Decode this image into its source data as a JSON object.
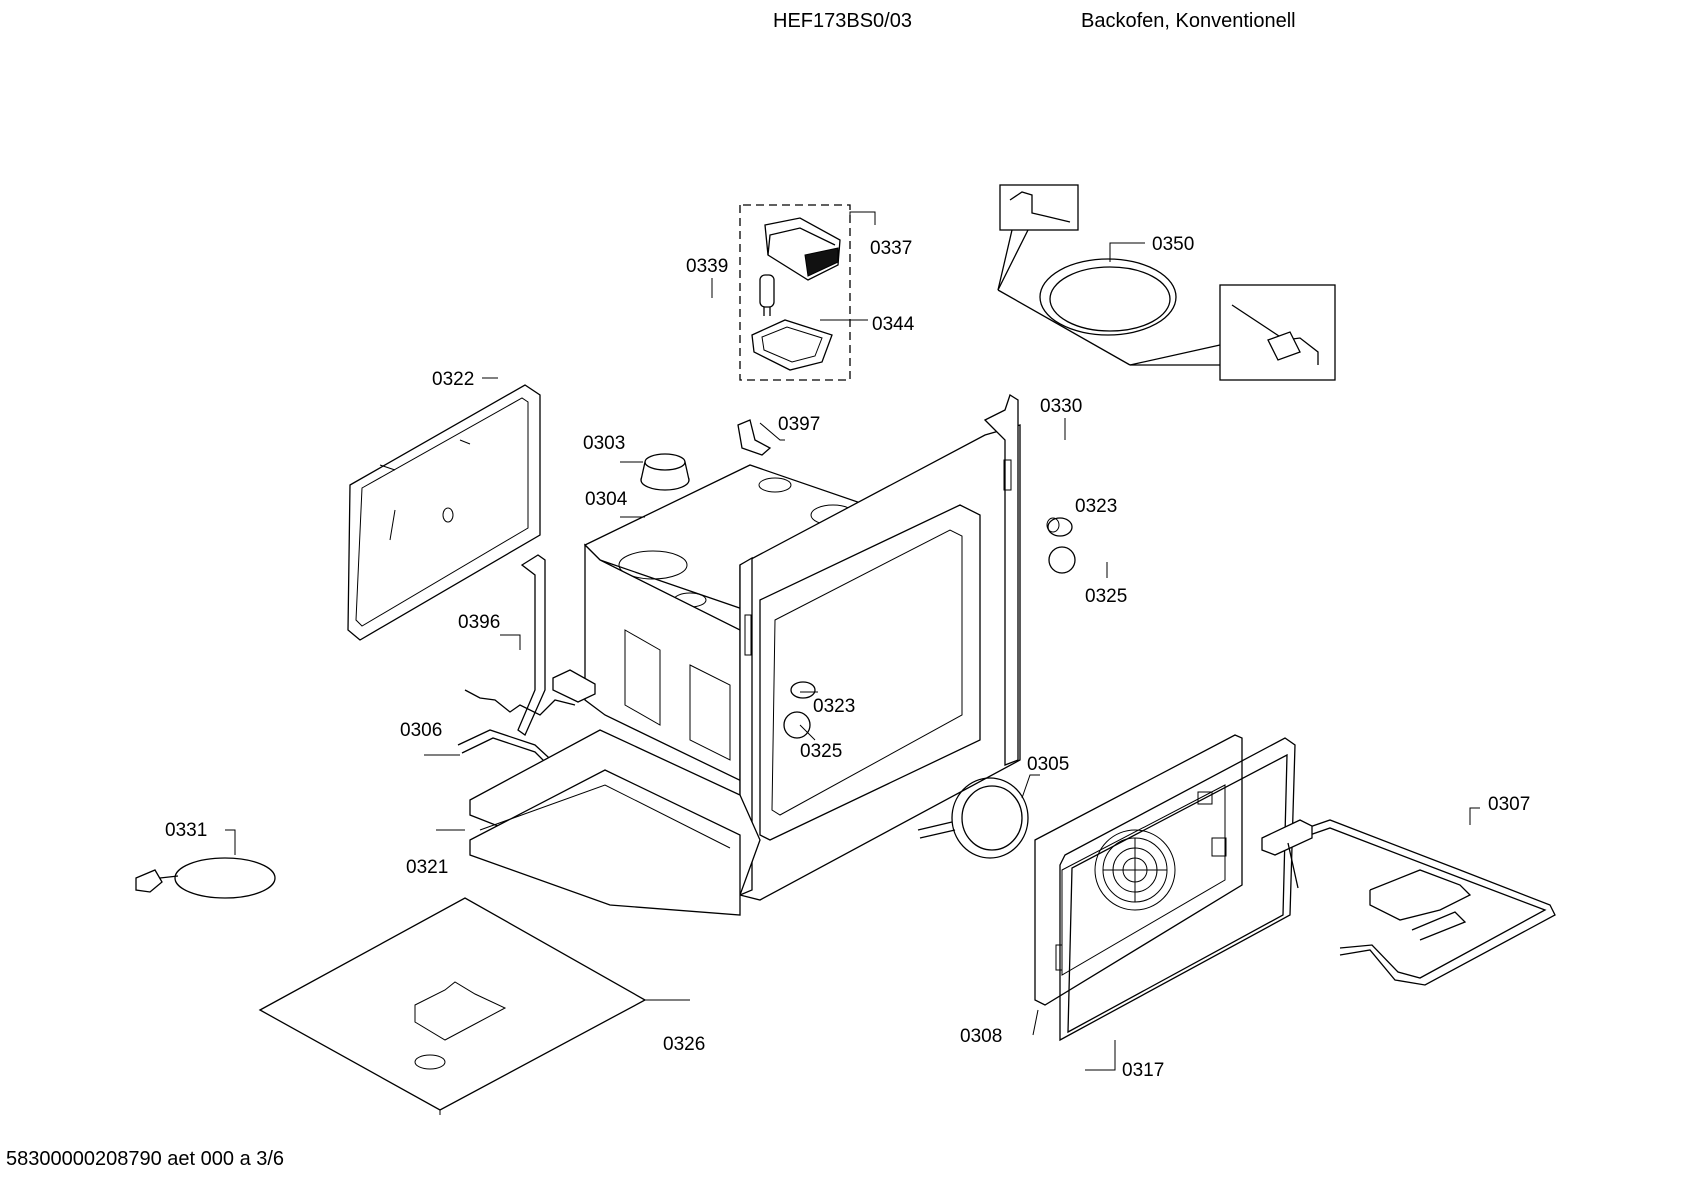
{
  "header": {
    "model": "HEF173BS0/03",
    "title": "Backofen, Konventionell"
  },
  "footer": {
    "doc_ref": "58300000208790 aet 000 a 3/6"
  },
  "callouts": {
    "c0303": "0303",
    "c0304": "0304",
    "c0305": "0305",
    "c0306": "0306",
    "c0307": "0307",
    "c0308": "0308",
    "c0317": "0317",
    "c0321": "0321",
    "c0322": "0322",
    "c0323a": "0323",
    "c0323b": "0323",
    "c0325a": "0325",
    "c0325b": "0325",
    "c0326": "0326",
    "c0330": "0330",
    "c0331": "0331",
    "c0337": "0337",
    "c0339": "0339",
    "c0344": "0344",
    "c0350": "0350",
    "c0396": "0396",
    "c0397": "0397"
  }
}
